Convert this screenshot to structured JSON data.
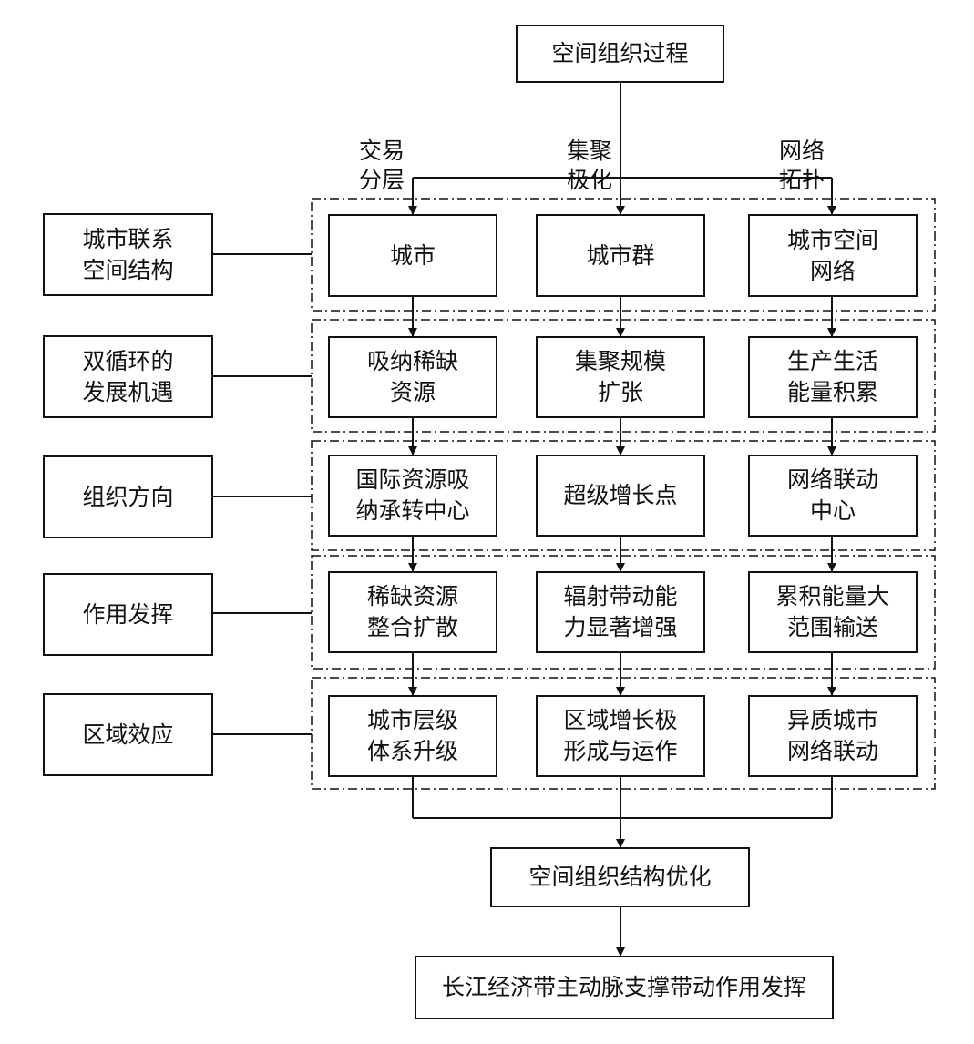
{
  "top": "空间组织过程",
  "branches": [
    {
      "label": "交易\n分层"
    },
    {
      "label": "集聚\n极化"
    },
    {
      "label": "网络\n拓扑"
    }
  ],
  "rows": [
    {
      "left": "城市联系\n空间结构",
      "cells": [
        "城市",
        "城市群",
        "城市空间\n网络"
      ]
    },
    {
      "left": "双循环的\n发展机遇",
      "cells": [
        "吸纳稀缺\n资源",
        "集聚规模\n扩张",
        "生产生活\n能量积累"
      ]
    },
    {
      "left": "组织方向",
      "cells": [
        "国际资源吸\n纳承转中心",
        "超级增长点",
        "网络联动\n中心"
      ]
    },
    {
      "left": "作用发挥",
      "cells": [
        "稀缺资源\n整合扩散",
        "辐射带动能\n力显著增强",
        "累积能量大\n范围输送"
      ]
    },
    {
      "left": "区域效应",
      "cells": [
        "城市层级\n体系升级",
        "区域增长极\n形成与运作",
        "异质城市\n网络联动"
      ]
    }
  ],
  "optimize": "空间组织结构优化",
  "final": "长江经济带主动脉支撑带动作用发挥"
}
